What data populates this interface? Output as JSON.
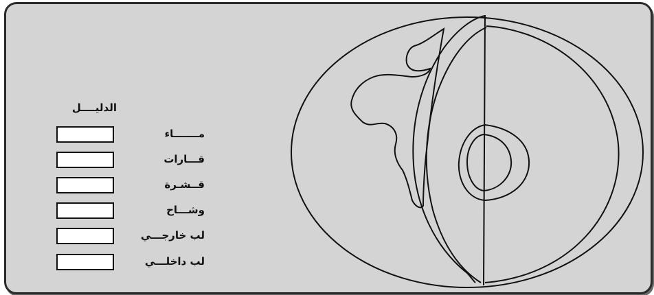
{
  "legend": {
    "title": "الدليــــل",
    "items": [
      {
        "label": "مـــــــاء"
      },
      {
        "label": "قـــارات"
      },
      {
        "label": "قــشـرة"
      },
      {
        "label": "وشـــاح"
      },
      {
        "label": "لب خارجـــي"
      },
      {
        "label": "لب داخلـــي"
      }
    ]
  },
  "colors": {
    "panel_background": "#d4d4d4",
    "box_fill": "#ffffff",
    "outline": "#111111"
  }
}
